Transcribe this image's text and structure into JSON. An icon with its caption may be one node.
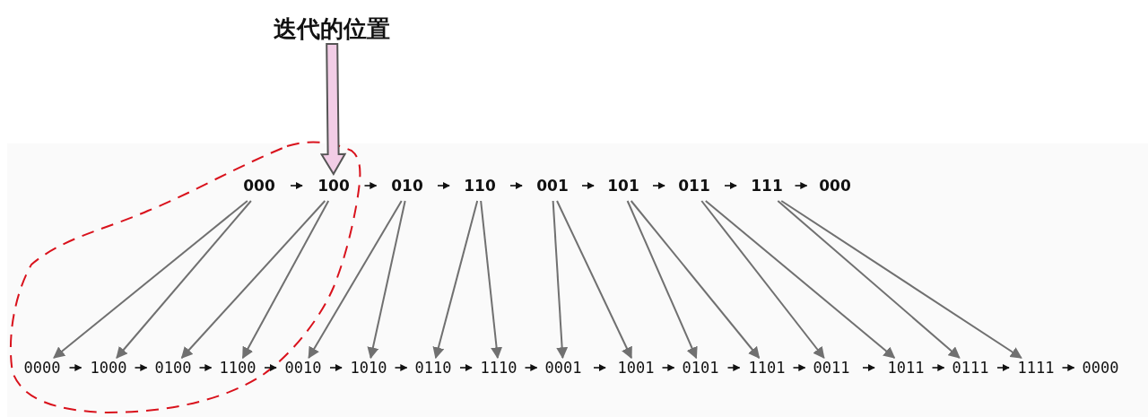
{
  "diagram": {
    "nodes": [
      {
        "text": [
          "迭代的位置"
        ]
      },
      {
        "text": [
          "000"
        ]
      },
      {
        "text": [
          "100"
        ]
      },
      {
        "text": [
          "010"
        ]
      },
      {
        "text": [
          "110"
        ]
      },
      {
        "text": [
          "001"
        ]
      },
      {
        "text": [
          "101"
        ]
      },
      {
        "text": [
          "011"
        ]
      },
      {
        "text": [
          "111"
        ]
      },
      {
        "text": [
          "000"
        ]
      },
      {
        "text": [
          "0000"
        ]
      },
      {
        "text": [
          "1000"
        ]
      },
      {
        "text": [
          "0100"
        ]
      },
      {
        "text": [
          "1100"
        ]
      },
      {
        "text": [
          "0010"
        ]
      },
      {
        "text": [
          "1010"
        ]
      },
      {
        "text": [
          "0110"
        ]
      },
      {
        "text": [
          "1110"
        ]
      },
      {
        "text": [
          "0001"
        ]
      },
      {
        "text": [
          "1001"
        ]
      },
      {
        "text": [
          "0101"
        ]
      },
      {
        "text": [
          "1101"
        ]
      },
      {
        "text": [
          "0011"
        ]
      },
      {
        "text": [
          "1011"
        ]
      },
      {
        "text": [
          "0111"
        ]
      },
      {
        "text": [
          "1111"
        ]
      },
      {
        "text": [
          "0000"
        ]
      }
    ],
    "edges": [
      {
        "from": 0,
        "to": 2,
        "arrow": "to",
        "style": "thick",
        "color": "#f2cde6"
      },
      {
        "from": 1,
        "to": 2,
        "arrow": "to"
      },
      {
        "from": 2,
        "to": 3,
        "arrow": "to"
      },
      {
        "from": 3,
        "to": 4,
        "arrow": "to"
      },
      {
        "from": 4,
        "to": 5,
        "arrow": "to"
      },
      {
        "from": 5,
        "to": 6,
        "arrow": "to"
      },
      {
        "from": 6,
        "to": 7,
        "arrow": "to"
      },
      {
        "from": 7,
        "to": 8,
        "arrow": "to"
      },
      {
        "from": 8,
        "to": 9,
        "arrow": "to"
      },
      {
        "from": 10,
        "to": 11,
        "arrow": "to"
      },
      {
        "from": 11,
        "to": 12,
        "arrow": "to"
      },
      {
        "from": 12,
        "to": 13,
        "arrow": "to"
      },
      {
        "from": 13,
        "to": 14,
        "arrow": "to"
      },
      {
        "from": 14,
        "to": 15,
        "arrow": "to"
      },
      {
        "from": 15,
        "to": 16,
        "arrow": "to"
      },
      {
        "from": 16,
        "to": 17,
        "arrow": "to"
      },
      {
        "from": 17,
        "to": 18,
        "arrow": "to"
      },
      {
        "from": 18,
        "to": 19,
        "arrow": "to"
      },
      {
        "from": 19,
        "to": 20,
        "arrow": "to"
      },
      {
        "from": 20,
        "to": 21,
        "arrow": "to"
      },
      {
        "from": 21,
        "to": 22,
        "arrow": "to"
      },
      {
        "from": 22,
        "to": 23,
        "arrow": "to"
      },
      {
        "from": 23,
        "to": 24,
        "arrow": "to"
      },
      {
        "from": 24,
        "to": 25,
        "arrow": "to"
      },
      {
        "from": 25,
        "to": 26,
        "arrow": "to"
      },
      {
        "from": 1,
        "to": 10,
        "arrow": "to",
        "color": "#707070"
      },
      {
        "from": 1,
        "to": 11,
        "arrow": "to",
        "color": "#707070"
      },
      {
        "from": 2,
        "to": 12,
        "arrow": "to",
        "color": "#707070"
      },
      {
        "from": 2,
        "to": 13,
        "arrow": "to",
        "color": "#707070"
      },
      {
        "from": 3,
        "to": 14,
        "arrow": "to",
        "color": "#707070"
      },
      {
        "from": 3,
        "to": 15,
        "arrow": "to",
        "color": "#707070"
      },
      {
        "from": 4,
        "to": 16,
        "arrow": "to",
        "color": "#707070"
      },
      {
        "from": 4,
        "to": 17,
        "arrow": "to",
        "color": "#707070"
      },
      {
        "from": 5,
        "to": 18,
        "arrow": "to",
        "color": "#707070"
      },
      {
        "from": 5,
        "to": 19,
        "arrow": "to",
        "color": "#707070"
      },
      {
        "from": 6,
        "to": 20,
        "arrow": "to",
        "color": "#707070"
      },
      {
        "from": 6,
        "to": 21,
        "arrow": "to",
        "color": "#707070"
      },
      {
        "from": 7,
        "to": 22,
        "arrow": "to",
        "color": "#707070"
      },
      {
        "from": 7,
        "to": 23,
        "arrow": "to",
        "color": "#707070"
      },
      {
        "from": 8,
        "to": 24,
        "arrow": "to",
        "color": "#707070"
      },
      {
        "from": 8,
        "to": 25,
        "arrow": "to",
        "color": "#707070"
      }
    ]
  }
}
